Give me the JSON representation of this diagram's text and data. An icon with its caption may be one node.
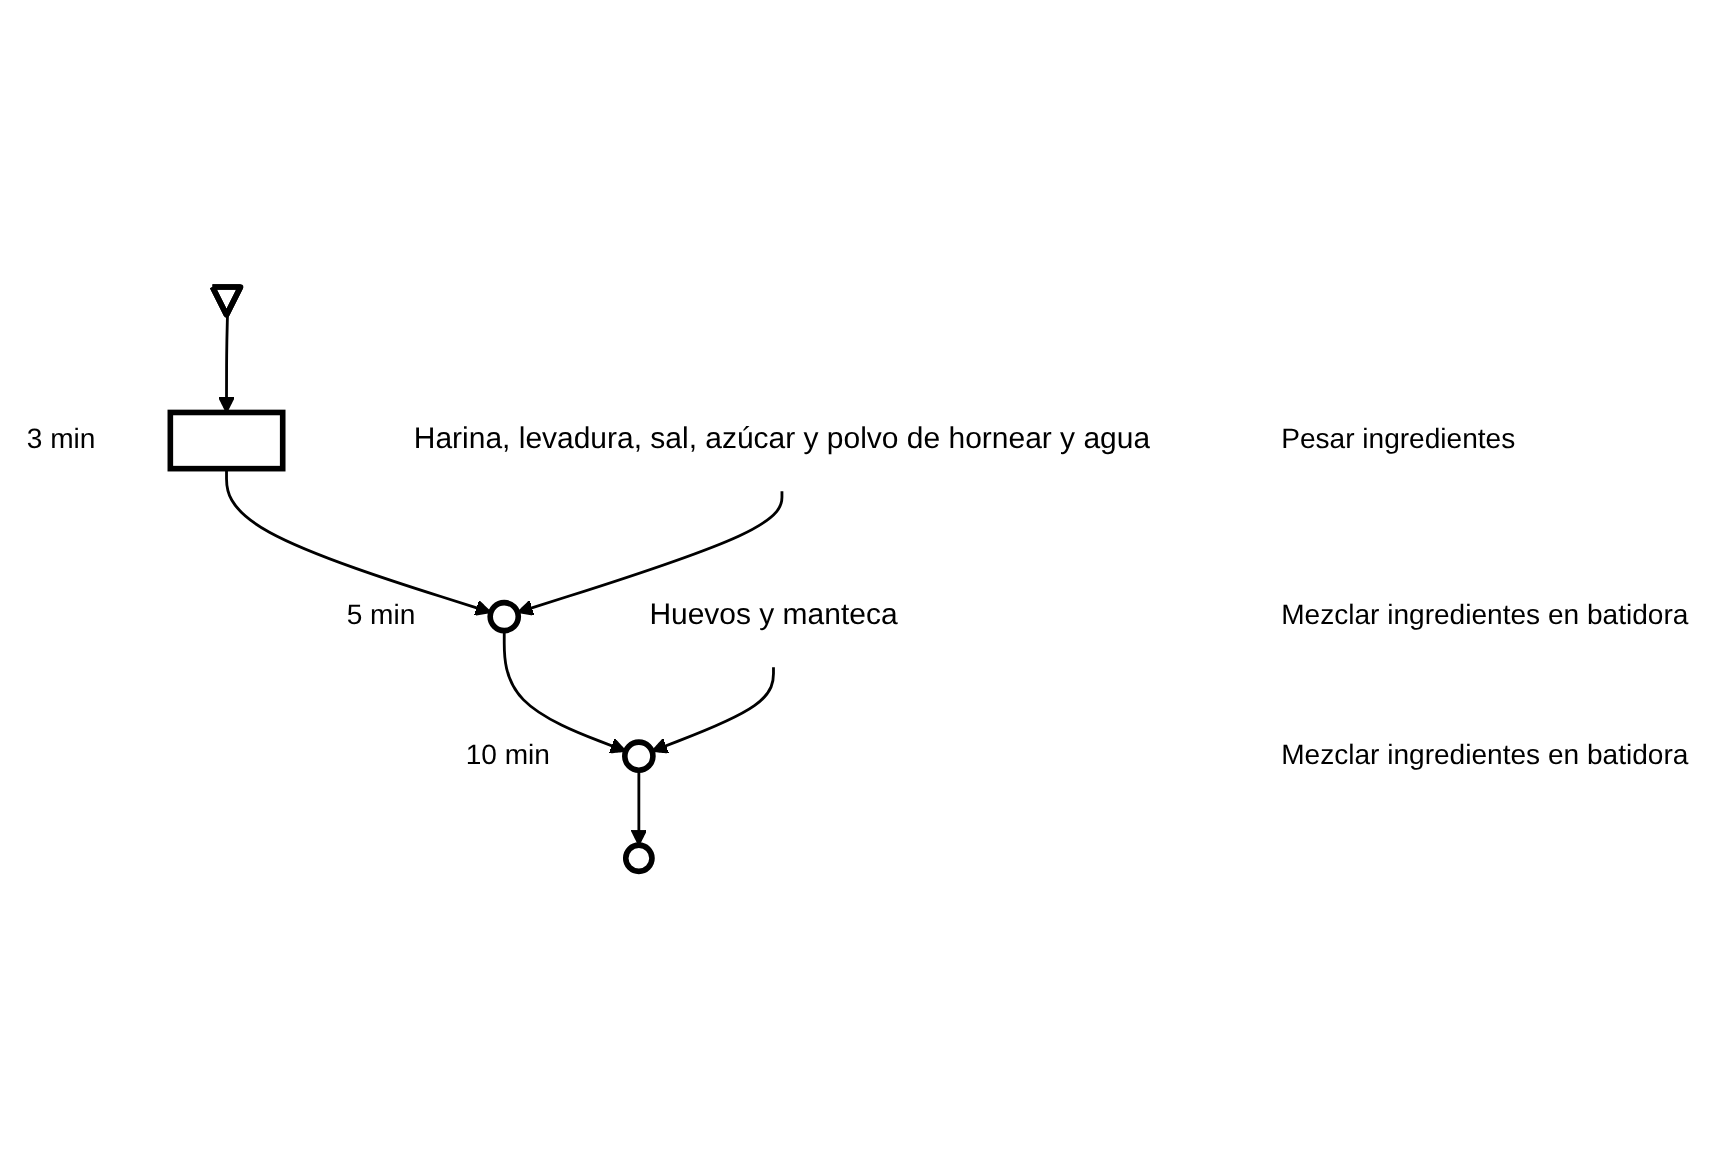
{
  "diagram": {
    "nodes": [
      {
        "text": [],
        "shape": "triangle"
      },
      {
        "text": [],
        "shape": "box",
        "beside": [
          "3 min"
        ]
      },
      {
        "text": [],
        "shape": "circle",
        "beside": [
          "5 min"
        ]
      },
      {
        "text": [],
        "shape": "circle",
        "beside": [
          "10 min"
        ]
      },
      {
        "text": [],
        "shape": "circle"
      },
      {
        "text": [
          "Harina, levadura, sal, azúcar y polvo de hornear y agua"
        ]
      },
      {
        "text": [
          "Huevos y manteca"
        ]
      }
    ],
    "edges": [
      {
        "from": 0,
        "to": 1,
        "arrow": "to"
      },
      {
        "from": 1,
        "to": 2,
        "arrow": "to"
      },
      {
        "from": 2,
        "to": 3,
        "arrow": "to"
      },
      {
        "from": 3,
        "to": 4,
        "arrow": "to"
      },
      {
        "from": 5,
        "to": 2,
        "arrow": "to"
      },
      {
        "from": 6,
        "to": 3,
        "arrow": "to"
      }
    ],
    "labels": [
      "Pesar ingredientes",
      "Mezclar ingredientes en batidora",
      "Mezclar ingredientes en batidora"
    ]
  }
}
